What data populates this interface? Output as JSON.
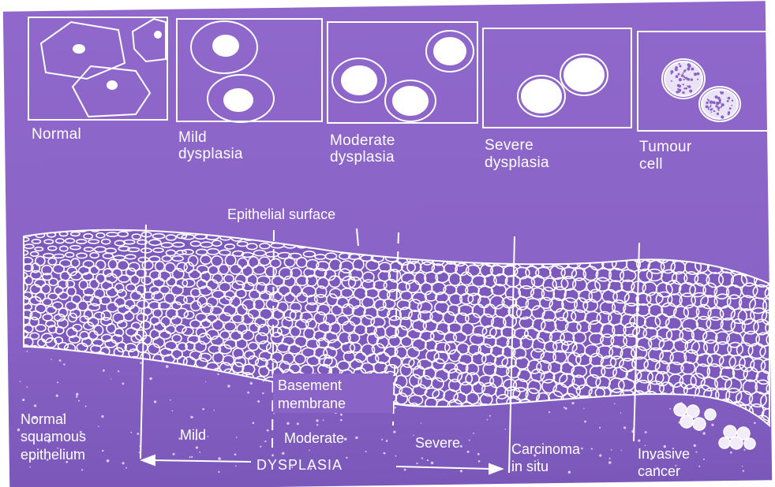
{
  "colors": {
    "background": "#8a63c6",
    "background_dark": "#6f4ea8",
    "line": "#ffffff"
  },
  "panels": [
    {
      "line1": "Normal",
      "line2": ""
    },
    {
      "line1": "Mild",
      "line2": "dysplasia"
    },
    {
      "line1": "Moderate",
      "line2": "dysplasia"
    },
    {
      "line1": "Severe",
      "line2": "dysplasia"
    },
    {
      "line1": "Tumour",
      "line2": "cell"
    }
  ],
  "epithelial_surface_label": "Epithelial surface",
  "basement_membrane": {
    "line1": "Basement",
    "line2": "membrane"
  },
  "stages": {
    "normal": {
      "line1": "Normal",
      "line2": "squamous",
      "line3": "epithelium"
    },
    "mild": "Mild",
    "moderate": "Moderate",
    "severe": "Severe",
    "carcinoma": {
      "line1": "Carcinoma",
      "line2": "in situ"
    },
    "invasive": {
      "line1": "Invasive",
      "line2": "cancer"
    }
  },
  "dysplasia_label": "DYSPLASIA"
}
